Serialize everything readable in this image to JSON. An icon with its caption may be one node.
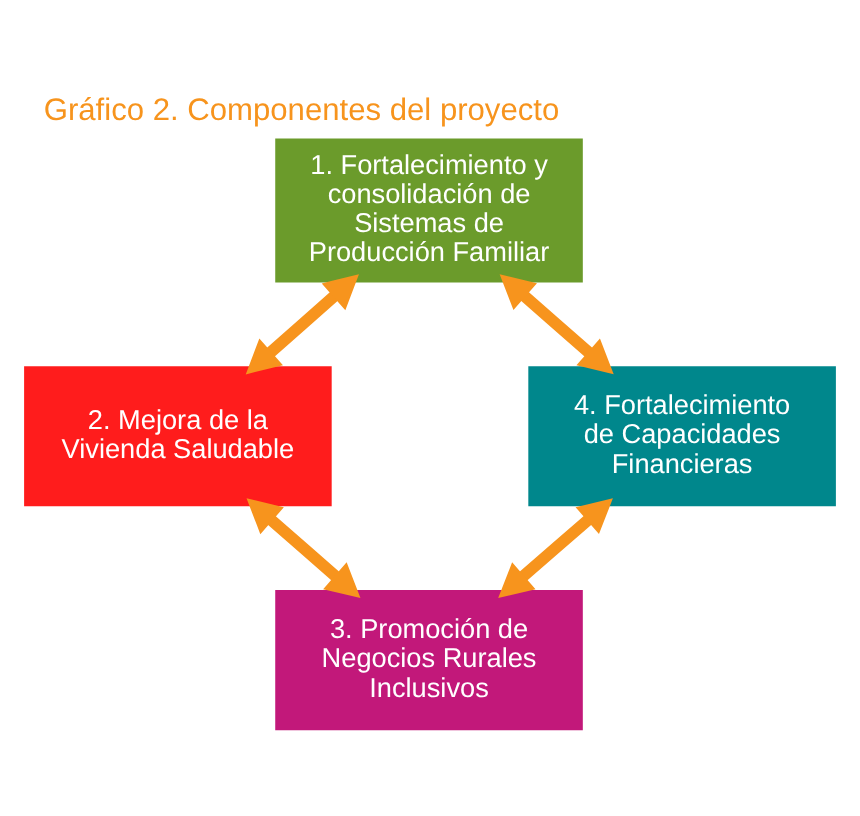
{
  "diagram": {
    "title": "Gráfico 2. Componentes del proyecto",
    "nodes": [
      {
        "text": [
          "1. Fortalecimiento y consolidación de Sistemas de Producción Familiar"
        ]
      },
      {
        "text": [
          "2. Mejora de la Vivienda Saludable"
        ]
      },
      {
        "text": [
          "3. Promoción de Negocios Rurales Inclusivos"
        ]
      },
      {
        "text": [
          "4. Fortalecimiento de Capacidades Financieras"
        ]
      }
    ],
    "edges": [
      {
        "from": 0,
        "to": 1,
        "arrow": "both"
      },
      {
        "from": 1,
        "to": 2,
        "arrow": "both"
      },
      {
        "from": 2,
        "to": 3,
        "arrow": "both"
      },
      {
        "from": 3,
        "to": 0,
        "arrow": "both"
      }
    ]
  }
}
